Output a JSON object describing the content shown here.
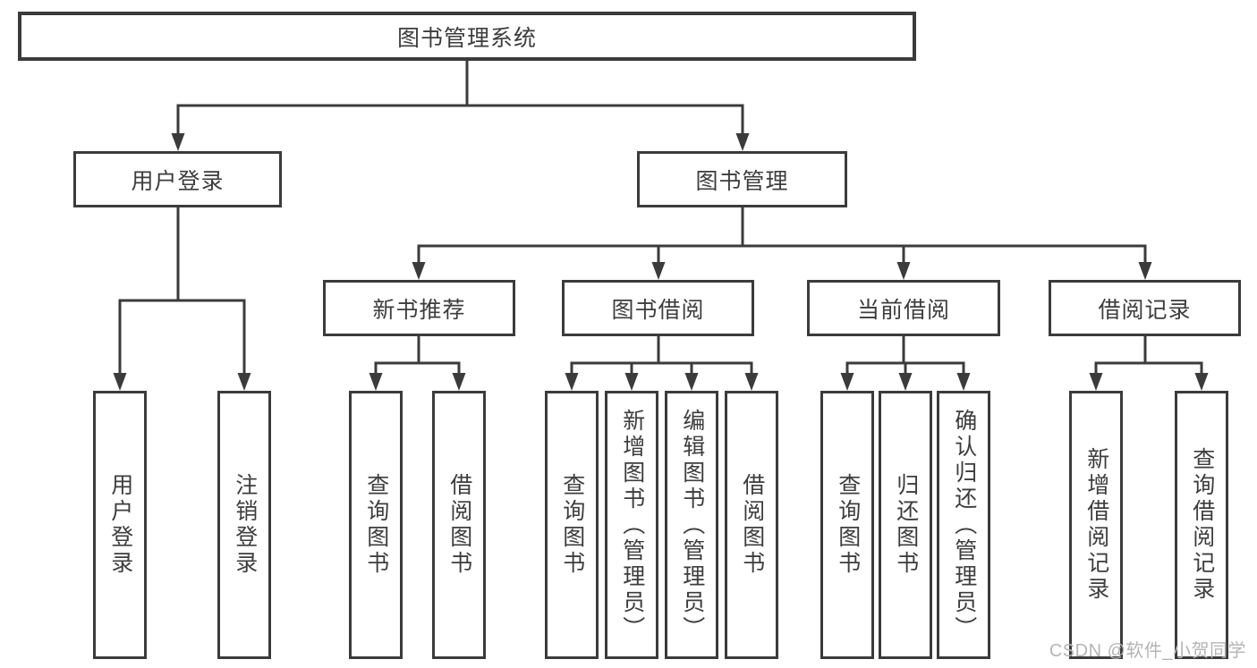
{
  "diagram_title": "图书管理系统",
  "tree": {
    "root": {
      "label": "图书管理系统"
    },
    "level2": [
      {
        "label": "用户登录"
      },
      {
        "label": "图书管理"
      }
    ],
    "level3": [
      {
        "label": "新书推荐"
      },
      {
        "label": "图书借阅"
      },
      {
        "label": "当前借阅"
      },
      {
        "label": "借阅记录"
      }
    ],
    "leaves": {
      "user": [
        "用户登录",
        "注销登录"
      ],
      "newbook": [
        "查询图书",
        "借阅图书"
      ],
      "borrow": [
        "查询图书",
        "新增图书（管理员）",
        "编辑图书（管理员）",
        "借阅图书"
      ],
      "current": [
        "查询图书",
        "归还图书",
        "确认归还（管理员）"
      ],
      "records": [
        "新增借阅记录",
        "查询借阅记录"
      ]
    }
  },
  "watermark": {
    "text": "CSDN @软件_小贺同学"
  },
  "colors": {
    "line": "#3b3b3b",
    "text": "#3d3d3d",
    "watermark": "#b5b5b5",
    "background": "#ffffff"
  }
}
